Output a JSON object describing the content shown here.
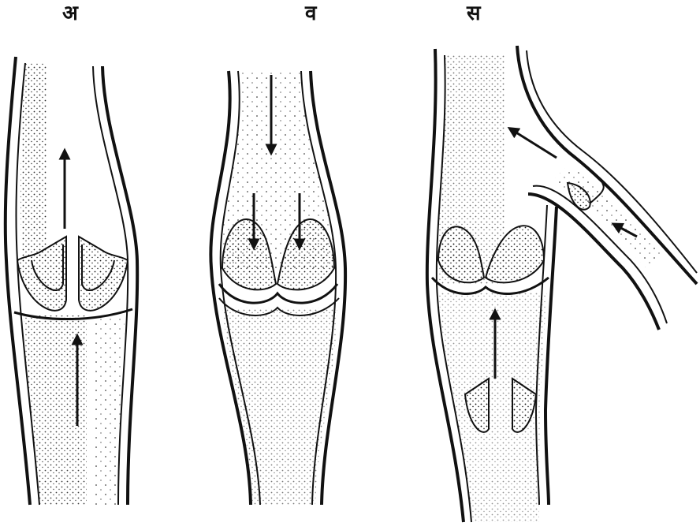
{
  "panels": [
    {
      "label": "अ"
    },
    {
      "label": "व"
    },
    {
      "label": "स"
    }
  ],
  "colors": {
    "ink": "#111111",
    "paper": "#ffffff"
  }
}
